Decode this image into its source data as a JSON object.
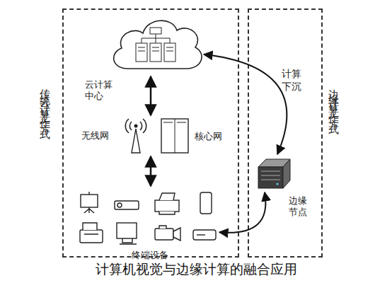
{
  "diagram": {
    "caption": "计算机视觉与边缘计算的融合应用",
    "nodes": [
      {
        "text": [
          "传统云计算工作方式"
        ]
      },
      {
        "text": [
          "云计算中心"
        ],
        "in": 0
      },
      {
        "text": [
          "无线网"
        ],
        "in": 0
      },
      {
        "text": [
          "核心网"
        ],
        "in": 0
      },
      {
        "text": [
          "终端设备"
        ],
        "in": 0
      },
      {
        "text": [
          "边缘计算工作方式"
        ]
      },
      {
        "text": [
          "边缘节点"
        ],
        "in": 5
      }
    ],
    "edges": [
      {
        "from": 1,
        "to": 3,
        "arrow": "both"
      },
      {
        "from": 3,
        "to": 4,
        "arrow": "both"
      },
      {
        "from": 1,
        "to": 6,
        "label": "计算下沉",
        "arrow": "both"
      },
      {
        "from": 6,
        "to": 4,
        "arrow": "both"
      }
    ]
  }
}
